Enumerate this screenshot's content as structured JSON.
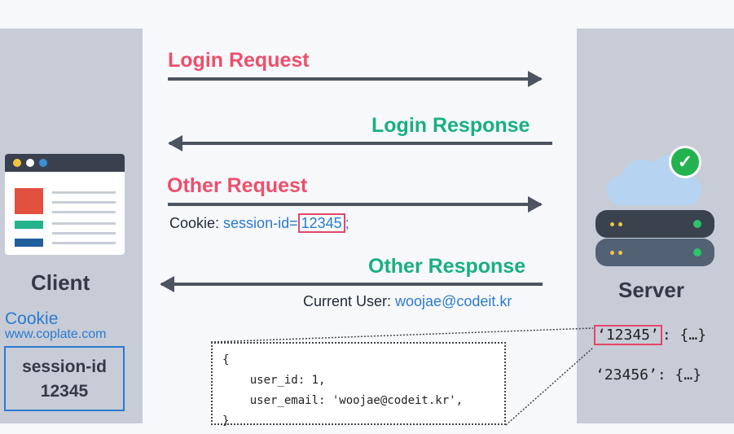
{
  "client": {
    "title": "Client",
    "cookie_label": "Cookie",
    "cookie_domain": "www.coplate.com",
    "session_key": "session-id",
    "session_value": "12345"
  },
  "server": {
    "title": "Server",
    "entries": [
      {
        "key": "‘12345’",
        "value": ": {…}"
      },
      {
        "key": "‘23456’",
        "value": ": {…}"
      }
    ]
  },
  "messages": {
    "login_request": "Login Request",
    "login_response": "Login Response",
    "other_request": "Other Request",
    "other_response": "Other Response",
    "cookie_prefix": "Cookie: ",
    "cookie_key": "session-id=",
    "cookie_value": "12345",
    "cookie_suffix": ";",
    "current_user_prefix": "Current User: ",
    "current_user_email": "woojae@codeit.kr"
  },
  "session_object": {
    "open": "{",
    "line1": "    user_id: 1,",
    "line2": "    user_email: 'woojae@codeit.kr',",
    "close": "}"
  },
  "colors": {
    "request": "#ec4f6c",
    "response": "#18b07f",
    "link": "#2a7bd0",
    "panel": "#c7ccd6"
  }
}
